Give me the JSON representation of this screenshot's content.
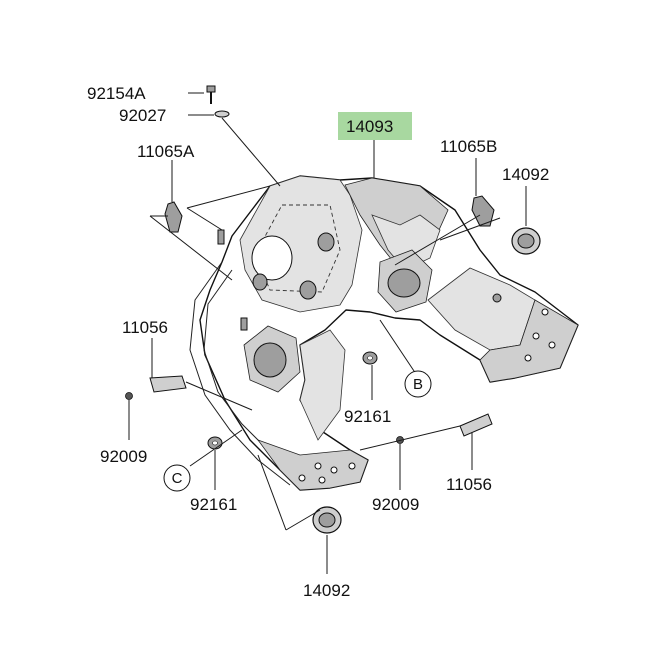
{
  "diagram": {
    "parts": {
      "p92154A": "92154A",
      "p92027": "92027",
      "p11065A": "11065A",
      "p14093": "14093",
      "p11065B": "11065B",
      "p14092_top": "14092",
      "p11056_left": "11056",
      "p92009_left": "92009",
      "p92161_mid": "92161",
      "p92161_low": "92161",
      "p92009_right": "92009",
      "p11056_right": "11056",
      "p14092_bottom": "14092"
    },
    "callouts": {
      "B": "B",
      "C": "C"
    },
    "colors": {
      "highlight": "#a8d8a0",
      "line": "#1a1a1a",
      "shade": "#cfcfcf"
    }
  }
}
